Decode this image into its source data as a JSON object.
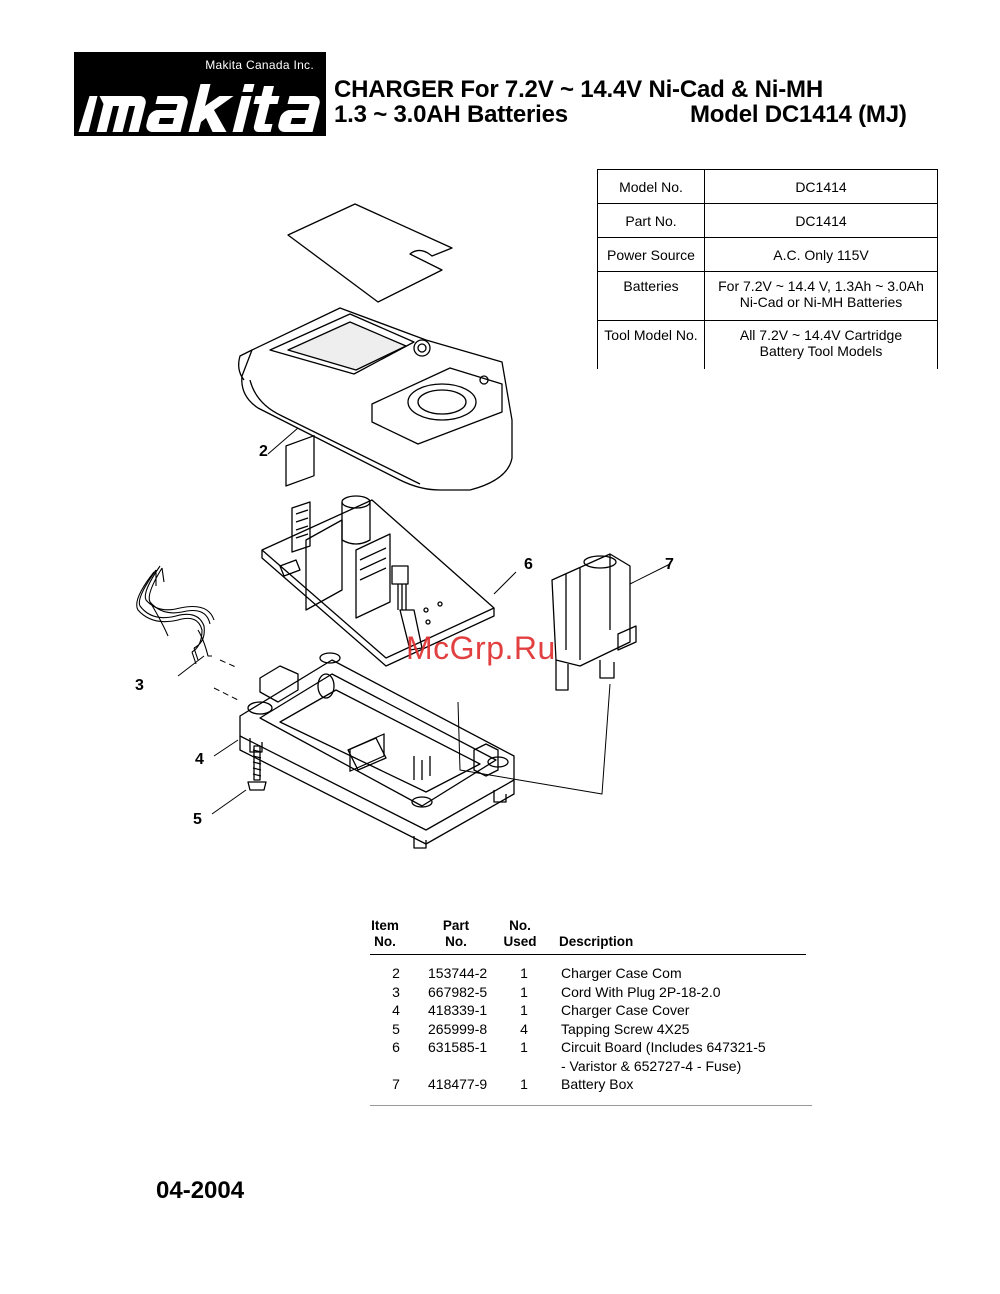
{
  "header": {
    "company": "Makita Canada Inc.",
    "logo_text": "makita",
    "title_line1": "CHARGER For 7.2V ~ 14.4V Ni-Cad & Ni-MH",
    "title_line2_left": "1.3 ~ 3.0AH Batteries",
    "title_line2_right": "Model  DC1414 (MJ)"
  },
  "specs": [
    {
      "label": "Model No.",
      "value": "DC1414"
    },
    {
      "label": "Part No.",
      "value": "DC1414"
    },
    {
      "label": "Power Source",
      "value": "A.C. Only 115V"
    },
    {
      "label": "Batteries",
      "value": "For 7.2V ~ 14.4 V, 1.3Ah ~ 3.0Ah",
      "value2": "Ni-Cad  or Ni-MH Batteries"
    },
    {
      "label": "Tool Model No.",
      "value": "All  7.2V ~  14.4V Cartridge",
      "value2": "Battery Tool Models"
    }
  ],
  "diagram": {
    "callouts": [
      "2",
      "3",
      "4",
      "5",
      "6",
      "7"
    ],
    "watermark": "McGrp.Ru"
  },
  "parts_list": {
    "headers": {
      "item_1": "Item",
      "item_2": "No.",
      "part_1": "Part",
      "part_2": "No.",
      "used_1": "No.",
      "used_2": "Used",
      "desc": "Description"
    },
    "rows": [
      {
        "item": "2",
        "part": "153744-2",
        "used": "1",
        "desc": "Charger Case Com"
      },
      {
        "item": "3",
        "part": "667982-5",
        "used": "1",
        "desc": "Cord With Plug 2P-18-2.0"
      },
      {
        "item": "4",
        "part": "418339-1",
        "used": "1",
        "desc": "Charger Case Cover"
      },
      {
        "item": "5",
        "part": "265999-8",
        "used": "4",
        "desc": "Tapping Screw 4X25"
      },
      {
        "item": "6",
        "part": "631585-1",
        "used": "1",
        "desc": "Circuit Board (Includes 647321-5"
      },
      {
        "item": "",
        "part": "",
        "used": "",
        "desc": "- Varistor & 652727-4 - Fuse)"
      },
      {
        "item": "7",
        "part": "418477-9",
        "used": "1",
        "desc": "Battery Box"
      }
    ]
  },
  "footer": {
    "date": "04-2004"
  }
}
